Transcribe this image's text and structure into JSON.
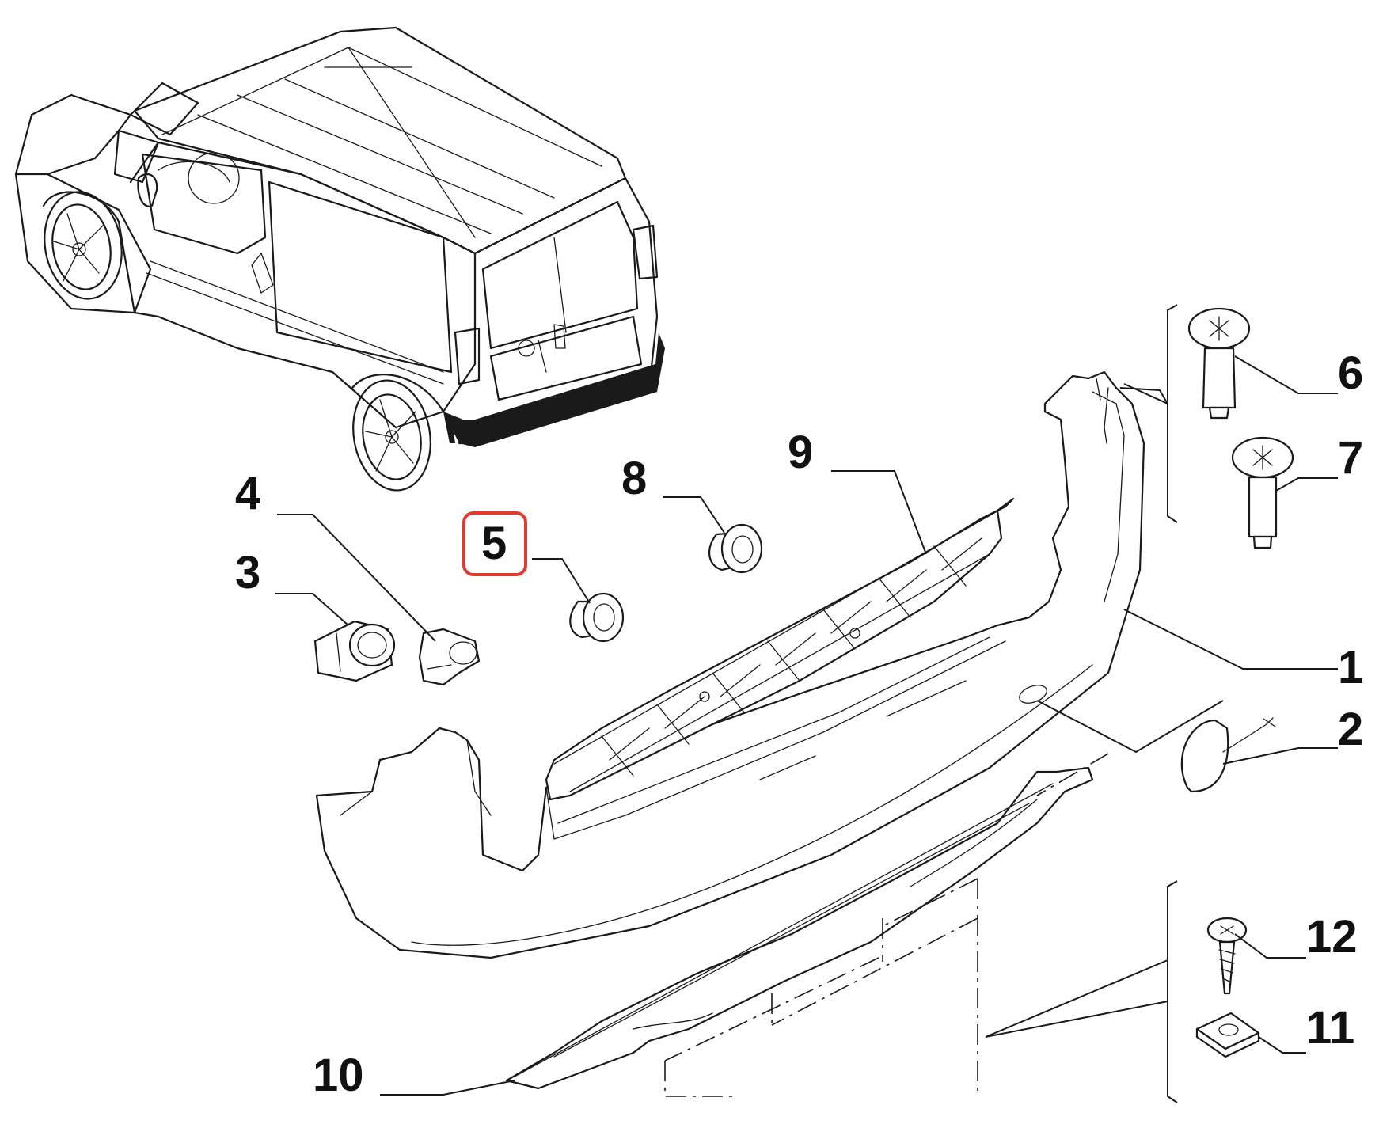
{
  "callouts": [
    {
      "id": "1",
      "label": "1"
    },
    {
      "id": "2",
      "label": "2"
    },
    {
      "id": "3",
      "label": "3"
    },
    {
      "id": "4",
      "label": "4"
    },
    {
      "id": "5",
      "label": "5"
    },
    {
      "id": "6",
      "label": "6"
    },
    {
      "id": "7",
      "label": "7"
    },
    {
      "id": "8",
      "label": "8"
    },
    {
      "id": "9",
      "label": "9"
    },
    {
      "id": "10",
      "label": "10"
    },
    {
      "id": "11",
      "label": "11"
    },
    {
      "id": "12",
      "label": "12"
    }
  ],
  "highlighted_callout": "5",
  "colors": {
    "line": "#1a1a1a",
    "highlight": "#e23b2e",
    "background": "#ffffff"
  }
}
